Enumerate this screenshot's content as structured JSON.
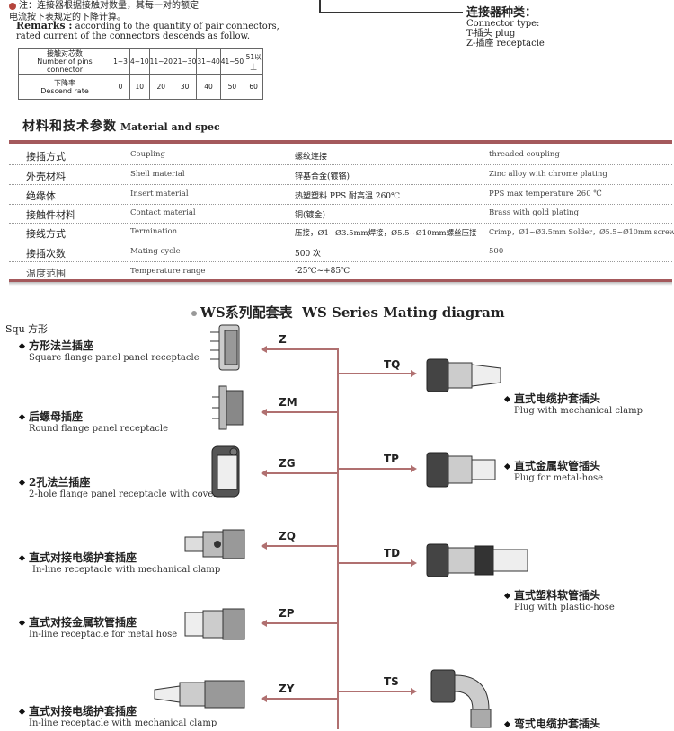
{
  "note": {
    "line1": "注：连接器根据接触对数量，其每一对的额定",
    "line2": "电流按下表规定的下降计算。",
    "remarks_label": "Remarks :",
    "remarks_line1": " according to the quantity of pair connectors,",
    "remarks_line2": "rated current of the connectors descends as follow."
  },
  "derate_table": {
    "row1_header_cn": "接触对芯数",
    "row1_header_en": "Number of pins connector",
    "row2_header_cn": "下降率",
    "row2_header_en": "Descend rate",
    "ranges": [
      "1~3",
      "4~10",
      "11~20",
      "21~30",
      "31~40",
      "41~50",
      "51以上"
    ],
    "rates": [
      "0",
      "10",
      "20",
      "30",
      "40",
      "50",
      "60"
    ]
  },
  "connector_type": {
    "title": "连接器种类：",
    "label": "Connector type:",
    "plug": "T-插头 plug",
    "receptacle": "Z-插座 receptacle"
  },
  "spec_section": {
    "title_cn": "材料和技术参数",
    "title_en": "Material and spec",
    "rows": [
      {
        "cn": "接插方式",
        "en": "Coupling",
        "val": "螺纹连接",
        "ven": "threaded coupling"
      },
      {
        "cn": "外壳材料",
        "en": "Shell material",
        "val": "锌基合金(镀铬)",
        "ven": "Zinc alloy with chrome plating"
      },
      {
        "cn": "绝缘体",
        "en": "Insert  material",
        "val": "热塑塑料   PPS     耐高温  260℃",
        "ven": "PPS          max temperature 260 ℃"
      },
      {
        "cn": "接触件材料",
        "en": "Contact material",
        "val": "铜(镀金)",
        "ven": "Brass with gold plating"
      },
      {
        "cn": "接线方式",
        "en": "Termination",
        "val": "压接，Ø1~Ø3.5mm焊接，Ø5.5~Ø10mm螺丝压接",
        "ven": "Crimp，Ø1~Ø3.5mm Solder，Ø5.5~Ø10mm screw"
      },
      {
        "cn": "接插次数",
        "en": "Mating  cycle",
        "val": "500  次",
        "ven": "500"
      },
      {
        "cn": "温度范围",
        "en": "Temperature  range",
        "val": "-25℃~+85℃",
        "ven": ""
      }
    ]
  },
  "mating": {
    "title_cn": "WS系列配套表",
    "title_en": "WS  Series Mating diagram",
    "square_label": "Squ 方形",
    "receptacles": [
      {
        "code": "Z",
        "cn": "方形法兰插座",
        "en": "Square flange panel panel receptacle"
      },
      {
        "code": "ZM",
        "cn": "后螺母插座",
        "en": "Round flange panel receptacle"
      },
      {
        "code": "ZG",
        "cn": "2孔法兰插座",
        "en": "2-hole flange panel receptacle with cover"
      },
      {
        "code": "ZQ",
        "cn": "直式对接电缆护套插座",
        "en": "In-line receptacle with mechanical clamp"
      },
      {
        "code": "ZP",
        "cn": "直式对接金属软管插座",
        "en": "In-line receptacle for metal hose"
      },
      {
        "code": "ZY",
        "cn": "直式对接电缆护套插座",
        "en": "In-line receptacle with mechanical clamp"
      }
    ],
    "plugs": [
      {
        "code": "TQ",
        "cn": "直式电缆护套插头",
        "en": "Plug with mechanical clamp"
      },
      {
        "code": "TP",
        "cn": "直式金属软管插头",
        "en": "Plug for metal-hose"
      },
      {
        "code": "TD",
        "cn": "直式塑料软管插头",
        "en": "Plug with plastic-hose"
      },
      {
        "code": "TS",
        "cn": "弯式电缆护套插头",
        "en": ""
      }
    ]
  }
}
